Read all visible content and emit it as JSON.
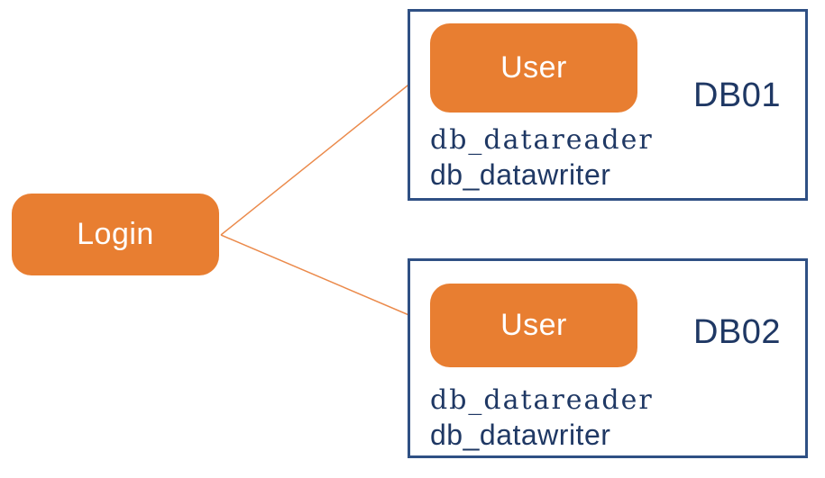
{
  "colors": {
    "node_fill": "#E87E31",
    "node_text": "#FFFFFF",
    "db_border": "#2F5084",
    "label_navy": "#1F3864",
    "connector": "#EB8A4B",
    "canvas_bg": "#FFFFFF"
  },
  "diagram": {
    "login": {
      "label": "Login"
    },
    "databases": [
      {
        "name": "DB01",
        "user_label": "User",
        "roles": [
          "db_datareader",
          "db_datawriter"
        ]
      },
      {
        "name": "DB02",
        "user_label": "User",
        "roles": [
          "db_datareader",
          "db_datawriter"
        ]
      }
    ]
  }
}
